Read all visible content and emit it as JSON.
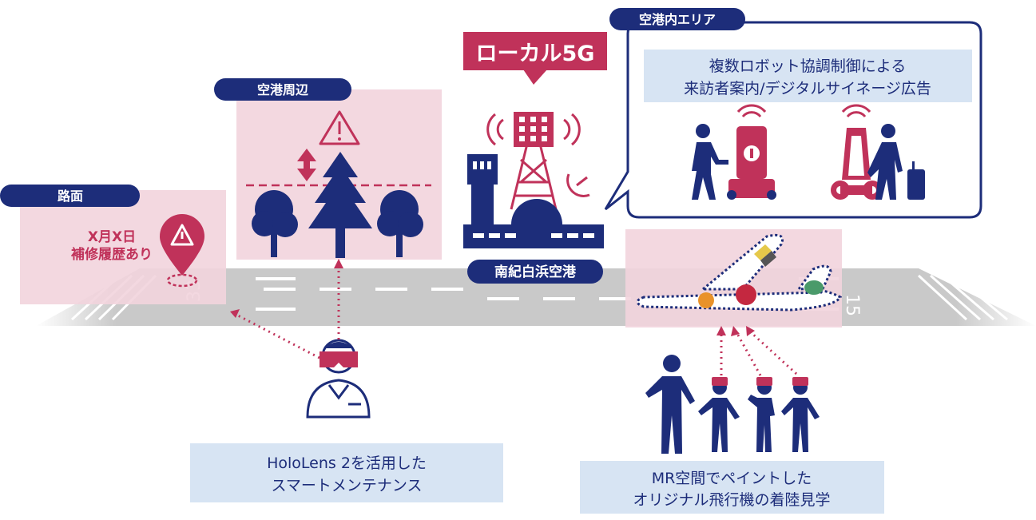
{
  "labels": {
    "road_surface": "路面",
    "repair_history": "X月X日\n補修履歴あり",
    "airport_surroundings": "空港周辺",
    "local5g": "ローカル5G",
    "airport_name": "南紀白浜空港",
    "inside_airport": "空港内エリア",
    "robot_caption": "複数ロボット協調制御による\n来訪者案内/デジタルサイネージ広告",
    "runway_left_number": "33",
    "runway_right_number": "15",
    "hololens_caption": "HoloLens 2を活用した\nスマートメンテナンス",
    "mr_caption": "MR空間でペイントした\nオリジナル飛行機の着陸見学"
  },
  "colors": {
    "navy": "#1d2d7a",
    "crimson": "#c0325a",
    "pink_zone": "#f2d4dd",
    "light_blue": "#d7e4f3",
    "runway": "#c8c8c8"
  },
  "icons": [
    "warning-icon",
    "tree-icon",
    "location-pin-icon",
    "signal-tower-icon",
    "robot-icon",
    "person-icon",
    "vr-headset-icon",
    "airplane-icon"
  ]
}
